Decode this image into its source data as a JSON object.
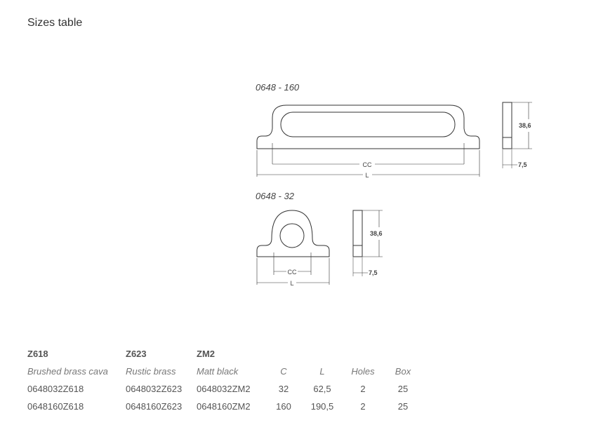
{
  "page": {
    "title": "Sizes table"
  },
  "drawings": {
    "large": {
      "model": "0648 - 160",
      "cc": "CC",
      "l": "L",
      "height": "38,6",
      "depth": "7,5"
    },
    "small": {
      "model": "0648 - 32",
      "cc": "CC",
      "l": "L",
      "height": "38,6",
      "depth": "7,5"
    }
  },
  "table": {
    "finish_codes": [
      "Z618",
      "Z623",
      "ZM2"
    ],
    "finish_names": [
      "Brushed brass cava",
      "Rustic brass",
      "Matt black"
    ],
    "columns": [
      "C",
      "L",
      "Holes",
      "Box"
    ],
    "rows": [
      {
        "codes": [
          "0648032Z618",
          "0648032Z623",
          "0648032ZM2"
        ],
        "c": "32",
        "l": "62,5",
        "holes": "2",
        "box": "25"
      },
      {
        "codes": [
          "0648160Z618",
          "0648160Z623",
          "0648160ZM2"
        ],
        "c": "160",
        "l": "190,5",
        "holes": "2",
        "box": "25"
      }
    ]
  }
}
